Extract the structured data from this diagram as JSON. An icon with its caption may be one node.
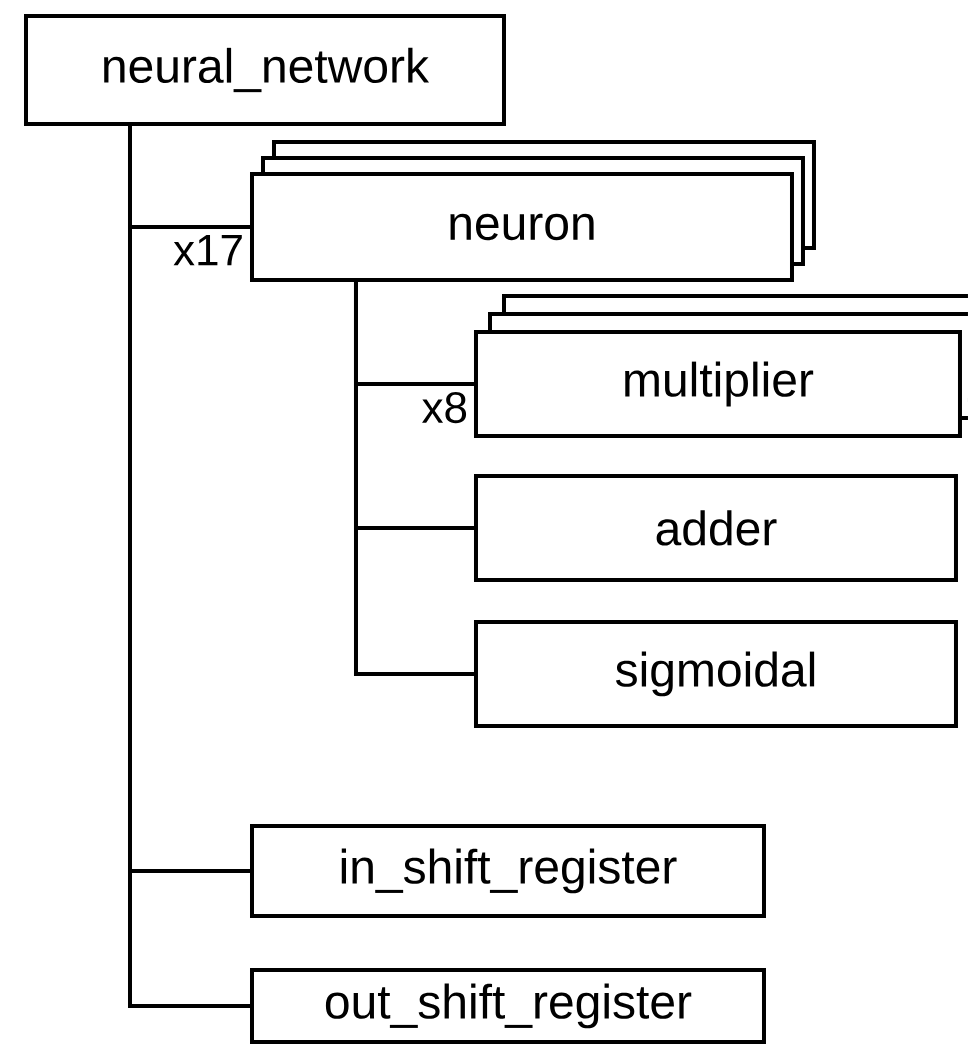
{
  "diagram": {
    "nodes": [
      {
        "text": [
          "neural_network"
        ]
      },
      {
        "text": [
          "neuron"
        ]
      },
      {
        "text": [
          "multiplier"
        ]
      },
      {
        "text": [
          "adder"
        ]
      },
      {
        "text": [
          "sigmoidal"
        ]
      },
      {
        "text": [
          "in_shift_register"
        ]
      },
      {
        "text": [
          "out_shift_register"
        ]
      }
    ],
    "edges": [
      {
        "from": 0,
        "to": 1,
        "arrow": "none",
        "label": "x17"
      },
      {
        "from": 1,
        "to": 2,
        "arrow": "none",
        "label": "x8"
      },
      {
        "from": 1,
        "to": 3,
        "arrow": "none"
      },
      {
        "from": 1,
        "to": 4,
        "arrow": "none"
      },
      {
        "from": 0,
        "to": 5,
        "arrow": "none"
      },
      {
        "from": 0,
        "to": 6,
        "arrow": "none"
      }
    ]
  }
}
